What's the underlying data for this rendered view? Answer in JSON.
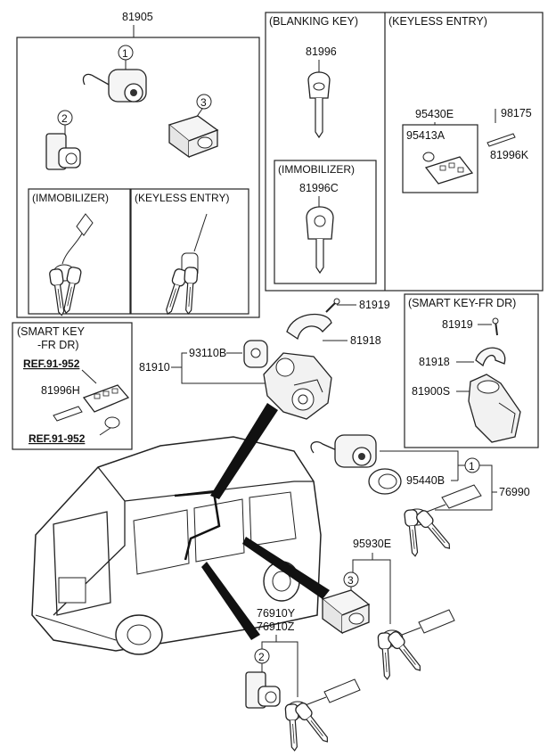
{
  "group_labels": {
    "top_assembly": "81905",
    "blanking_key_title": "(BLANKING KEY)",
    "keyless_entry_title": "(KEYLESS ENTRY)",
    "blank_key_part": "81996",
    "immobilizer_title_right": "(IMMOBILIZER)",
    "immobilizer_key_part": "81996C",
    "fob_assy_part": "95430E",
    "fob_part": "95413A",
    "keyless_part_a": "98175",
    "keyless_part_b": "81996K",
    "inset_immobilizer": "(IMMOBILIZER)",
    "inset_keyless": "(KEYLESS ENTRY)",
    "smart_key_line1": "(SMART KEY",
    "smart_key_line2": "-FR DR)",
    "smart_ref_1": "REF.91-952",
    "smart_part": "81996H",
    "smart_ref_2": "REF.91-952",
    "smart_key_fr_dr": "(SMART KEY-FR DR)"
  },
  "part_labels": {
    "p81919_a": "81919",
    "p81918_a": "81918",
    "p93110B": "93110B",
    "p81910": "81910",
    "p81919_b": "81919",
    "p81918_b": "81918",
    "p81900S": "81900S",
    "p95440B": "95440B",
    "p76990": "76990",
    "p95930E": "95930E",
    "p76910Y": "76910Y",
    "p76910Z": "76910Z"
  },
  "callouts": {
    "c1_top": "1",
    "c2_top": "2",
    "c3_top": "3",
    "c1_right": "1",
    "c3_bottom": "3",
    "c2_bottom": "2"
  }
}
